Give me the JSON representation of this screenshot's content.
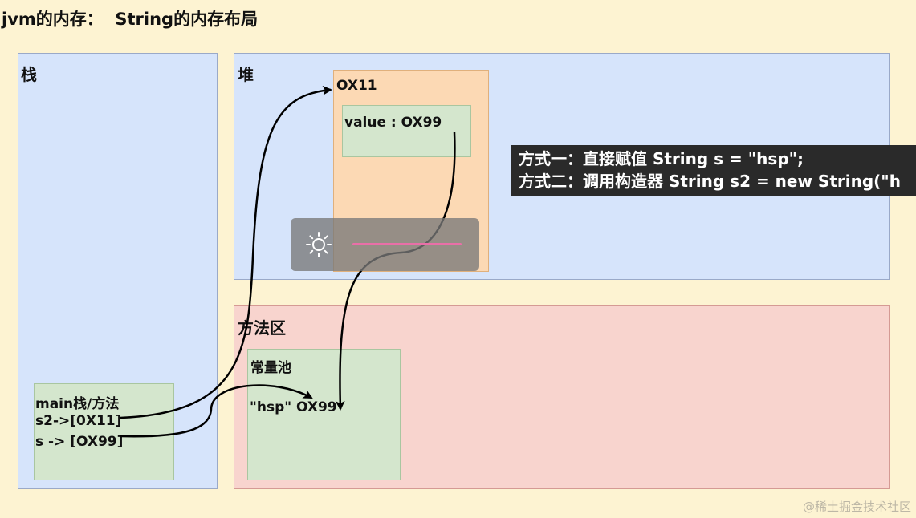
{
  "title": "jvm的内存：  String的内存布局",
  "stack": {
    "label": "栈"
  },
  "heap": {
    "label": "堆",
    "object": {
      "address": "OX11",
      "field": "value : OX99"
    }
  },
  "method_area": {
    "label": "方法区",
    "pool": {
      "label": "常量池",
      "entry": "\"hsp\" OX99"
    }
  },
  "main_frame": {
    "title": "main栈/方法",
    "line1": "s2->[0X11]",
    "line2": "s -> [OX99]"
  },
  "caption": {
    "line1": "方式一：直接赋值 String s = \"hsp\";",
    "line2": "方式二：调用构造器 String s2 = new String(\"h"
  },
  "overlay": {
    "icon": "sun-icon",
    "bar_color": "#e96fa8"
  },
  "watermark": "@稀土掘金技术社区"
}
